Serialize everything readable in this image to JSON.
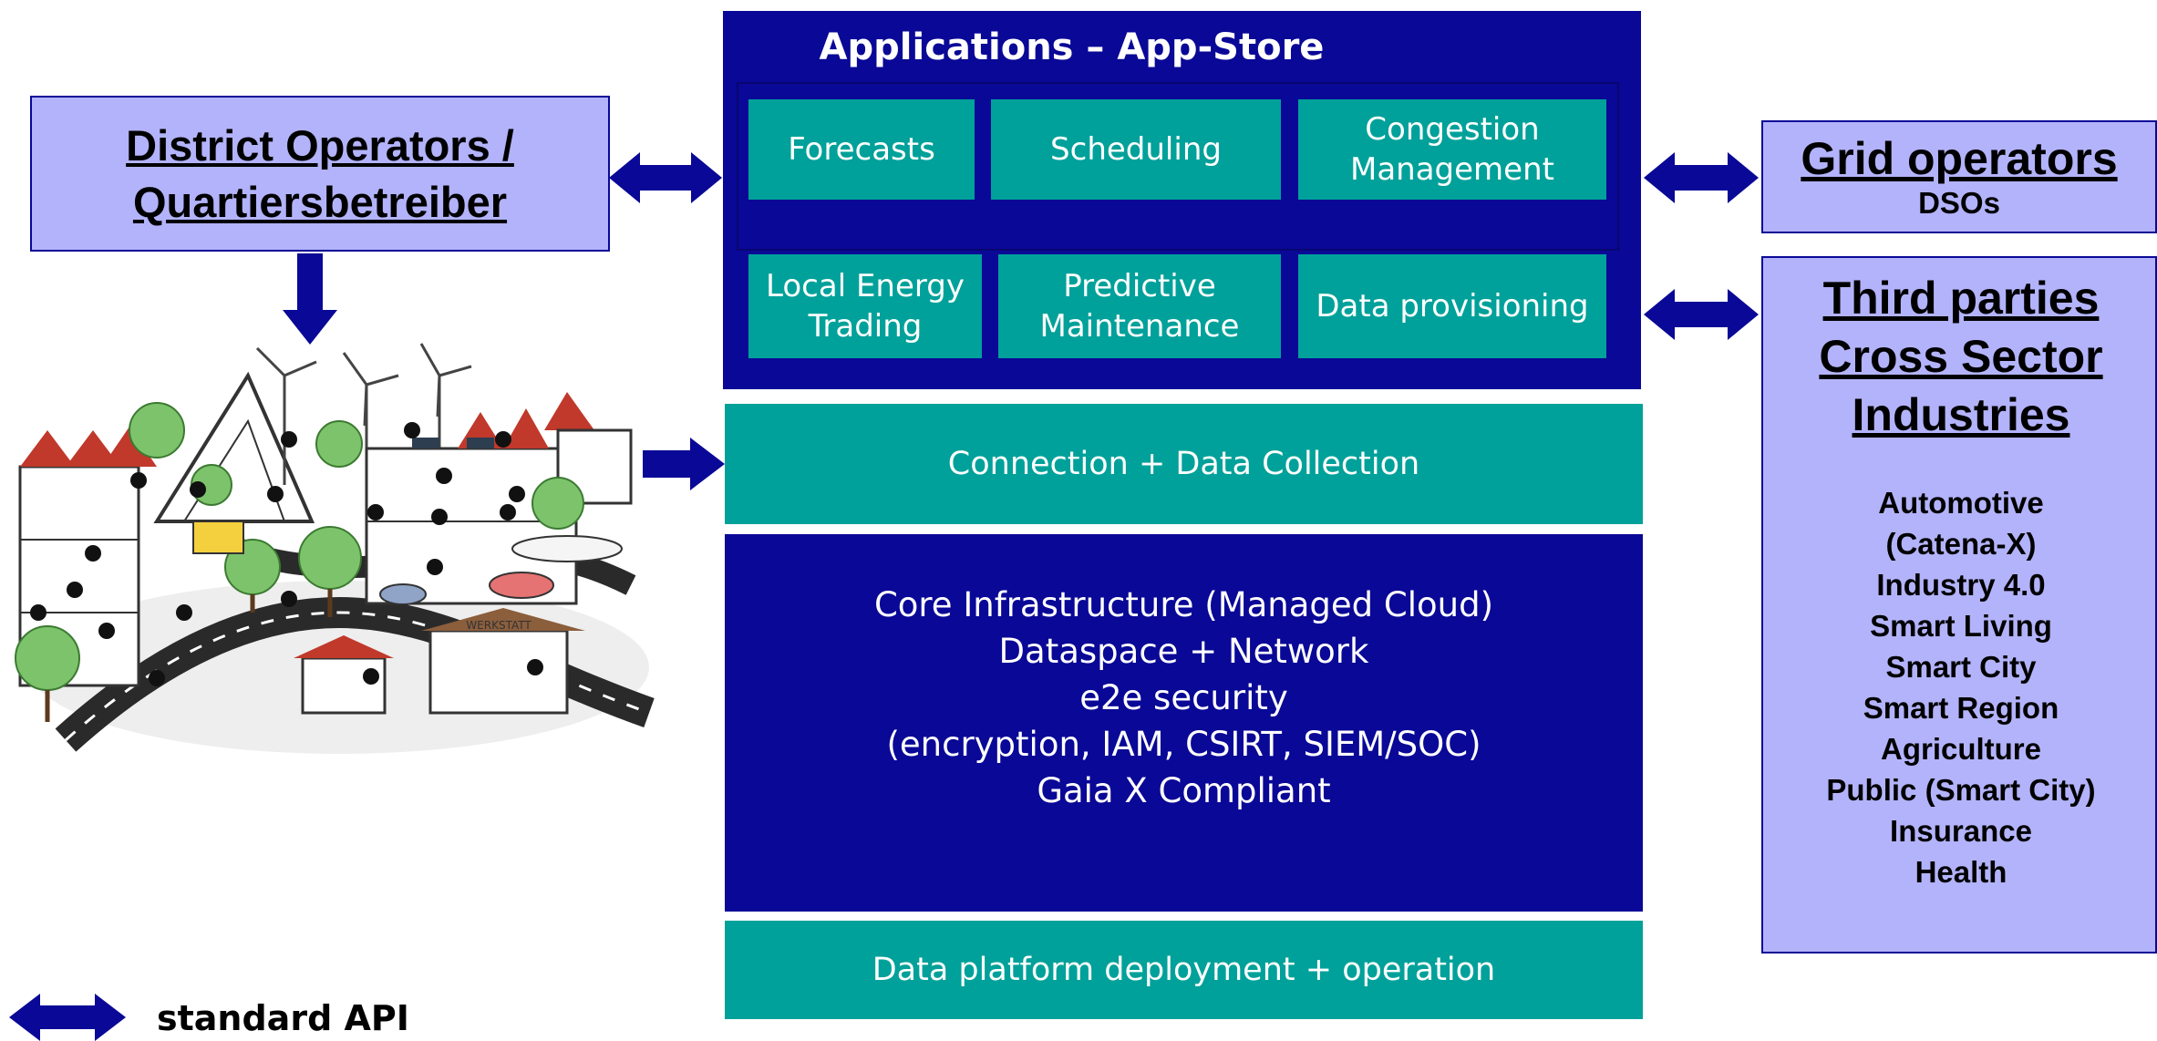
{
  "colors": {
    "navy": "#0a0896",
    "teal": "#00a19a",
    "lavender": "#b3b3fb",
    "text_light": "#ffffff",
    "text_dark": "#000000"
  },
  "district": {
    "title_line1": "District Operators  /",
    "title_line2": "Quartiersbetreiber"
  },
  "app_store": {
    "title": "Applications – App-Store",
    "apps": [
      "Forecasts",
      "Scheduling",
      "Congestion Management",
      "Local Energy Trading",
      "Predictive Maintenance",
      "Data provisioning"
    ]
  },
  "layers": {
    "connection": "Connection + Data Collection",
    "core": "Core Infrastructure (Managed Cloud)\nDataspace + Network\ne2e security\n(encryption, IAM, CSIRT, SIEM/SOC)\nGaia X Compliant",
    "deployment": "Data platform deployment + operation"
  },
  "grid": {
    "title": "Grid operators",
    "subtitle": "DSOs"
  },
  "third_parties": {
    "title_lines": [
      "Third parties",
      "Cross Sector",
      "Industries"
    ],
    "industries": "Automotive\n(Catena-X)\nIndustry 4.0\nSmart Living\nSmart City\nSmart Region\nAgriculture\nPublic (Smart City)\nInsurance\nHealth"
  },
  "legend": {
    "label": "standard API",
    "icon": "double-arrow-icon"
  },
  "illustration": {
    "icon": "smart-district-illustration",
    "sign": "WERKSTATT"
  }
}
